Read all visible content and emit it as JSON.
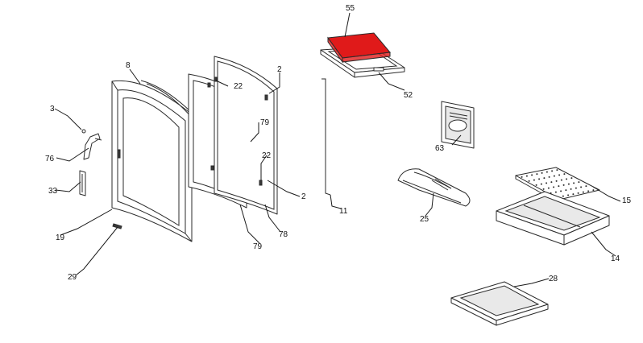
{
  "highlight_color": "#e01a1a",
  "callouts": {
    "c55": "55",
    "c52": "52",
    "c8": "8",
    "c2a": "2",
    "c22a": "22",
    "c3": "3",
    "c79a": "79",
    "c63": "63",
    "c76": "76",
    "c22b": "22",
    "c33": "33",
    "c2b": "2",
    "c11": "11",
    "c25": "25",
    "c15": "15",
    "c19": "19",
    "c78": "78",
    "c79b": "79",
    "c14": "14",
    "c29": "29",
    "c28": "28"
  }
}
